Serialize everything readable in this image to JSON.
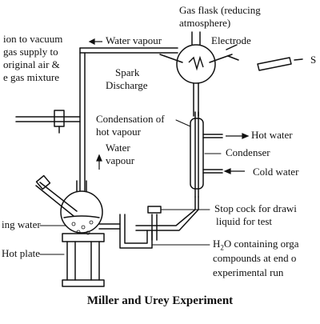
{
  "labels": {
    "vacuum_1": "ion to vacuum",
    "vacuum_2": "gas supply to",
    "vacuum_3": "original air &",
    "vacuum_4": "e gas mixture",
    "water_vapour_top": "Water vapour",
    "gas_flask_1": "Gas flask (reducing",
    "gas_flask_2": "atmosphere)",
    "electrode": "Electrode",
    "edge_s": "S",
    "spark_1": "Spark",
    "spark_2": "Discharge",
    "condensation_1": "Condensation of",
    "condensation_2": "hot vapour",
    "hot_water": "Hot water",
    "condenser": "Condenser",
    "cold_water": "Cold water",
    "water_vapour_1": "Water",
    "water_vapour_2": "vapour",
    "boiling_water": "ing water",
    "stopcock_1": "Stop cock for drawi",
    "stopcock_2": "liquid for test",
    "hot_plate": "Hot plate",
    "h2o_1a": "H",
    "h2o_1b": "2",
    "h2o_1c": "O containing orga",
    "h2o_2": "compounds at end o",
    "h2o_3": "experimental run"
  },
  "title": "Miller and Urey Experiment"
}
